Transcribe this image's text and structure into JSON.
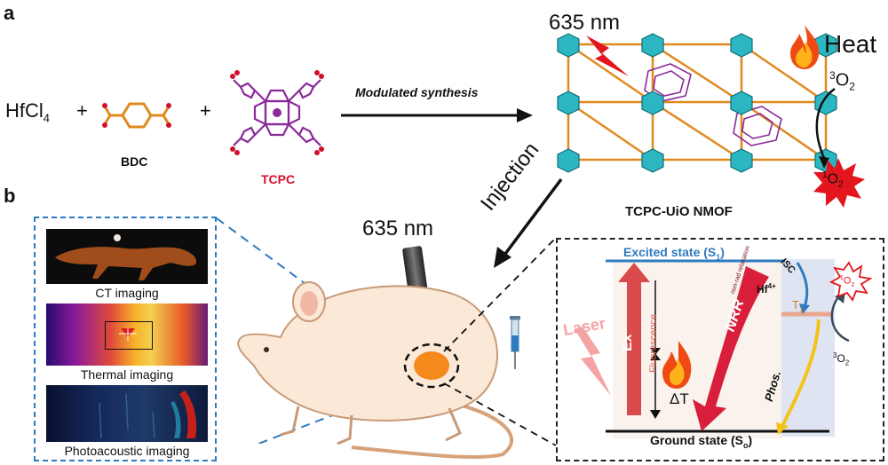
{
  "panel_a": {
    "label": "a",
    "reactant1": "HfCl",
    "reactant1_sub": "4",
    "plus": "+",
    "bdc_label": "BDC",
    "tcpc_label": "TCPC",
    "arrow_label": "Modulated synthesis",
    "laser_wavelength": "635 nm",
    "heat_label": "Heat",
    "triplet_o2": "O",
    "triplet_o2_pre": "3",
    "triplet_o2_sub": "2",
    "singlet_o2": "O",
    "singlet_o2_pre": "1",
    "singlet_o2_sub": "2",
    "product_label": "TCPC-UiO NMOF",
    "colors": {
      "tcpc": "#d0102a",
      "bdc": "#e08a1e",
      "node": "#2bb6c2",
      "porphyrin": "#8a2a9a"
    }
  },
  "panel_b": {
    "label": "b",
    "injection_label": "Injection",
    "laser_wavelength": "635 nm",
    "imaging": [
      {
        "caption": "CT imaging"
      },
      {
        "caption": "Thermal imaging"
      },
      {
        "caption": "Photoacoustic imaging"
      }
    ],
    "jablonski": {
      "excited_state": "Excited state (S",
      "excited_state_sub": "1",
      "ground_state": "Ground state (S",
      "ground_state_sub": "o",
      "laser": "Laser",
      "ex": "Ex",
      "fluorescence": "Fluorescence",
      "nrr": "NRR",
      "delta_t": "ΔT",
      "isc": "ISC",
      "hf": "Hf",
      "hf_sup": "4+",
      "t1": "T",
      "t1_sub": "1",
      "phos": "Phos.",
      "o2": "O",
      "o2_pre": "3",
      "o2_sub": "2",
      "singlet": "O",
      "singlet_pre": "1",
      "singlet_sub": "2",
      "nonrad": "non-rad relaxation"
    }
  }
}
